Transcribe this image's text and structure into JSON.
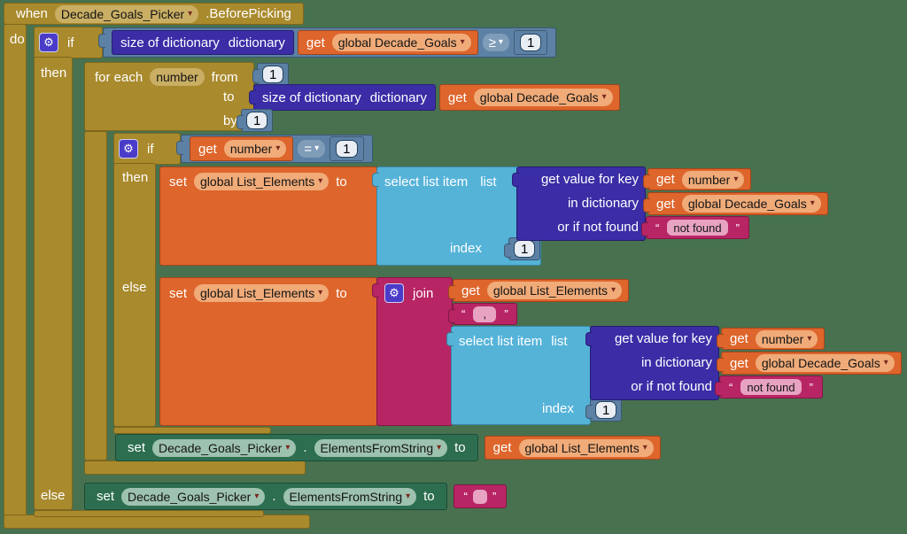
{
  "labels": {
    "when": "when",
    "do": "do",
    "if": "if",
    "then": "then",
    "else": "else",
    "for_each": "for each",
    "from": "from",
    "to": "to",
    "by": "by",
    "set": "set",
    "get": "get",
    "join": "join",
    "index": "index",
    "list": "list",
    "dot": ".",
    "size_of_dictionary": "size of dictionary",
    "dictionary": "dictionary",
    "select_list_item": "select list item",
    "get_value_for_key": "get value for key",
    "in_dictionary": "in dictionary",
    "or_if_not_found": "or if not found",
    "open_quote": "“",
    "close_quote": "”",
    "dropdown_arrow": "▾",
    "gear": "⚙"
  },
  "event": {
    "component": "Decade_Goals_Picker",
    "name": ".BeforePicking"
  },
  "variables": {
    "decade_goals": "global Decade_Goals",
    "list_elements": "global List_Elements",
    "loop_var": "number"
  },
  "operators": {
    "gte": "≥",
    "eq": "="
  },
  "numbers": {
    "one": "1"
  },
  "loop": {
    "from": "1",
    "by": "1"
  },
  "strings": {
    "not_found": "not found",
    "separator": ",",
    "empty": ""
  },
  "property_setter": {
    "component": "Decade_Goals_Picker",
    "property": "ElementsFromString"
  },
  "colors": {
    "background": "#48714F",
    "control_gold": "#A98A2D",
    "math_blue": "#5C81A5",
    "dictionary_indigo": "#3A2DA6",
    "variable_orange": "#DE652B",
    "list_blue": "#55B3D8",
    "text_magenta": "#B82565",
    "component_green": "#2D6E50"
  }
}
